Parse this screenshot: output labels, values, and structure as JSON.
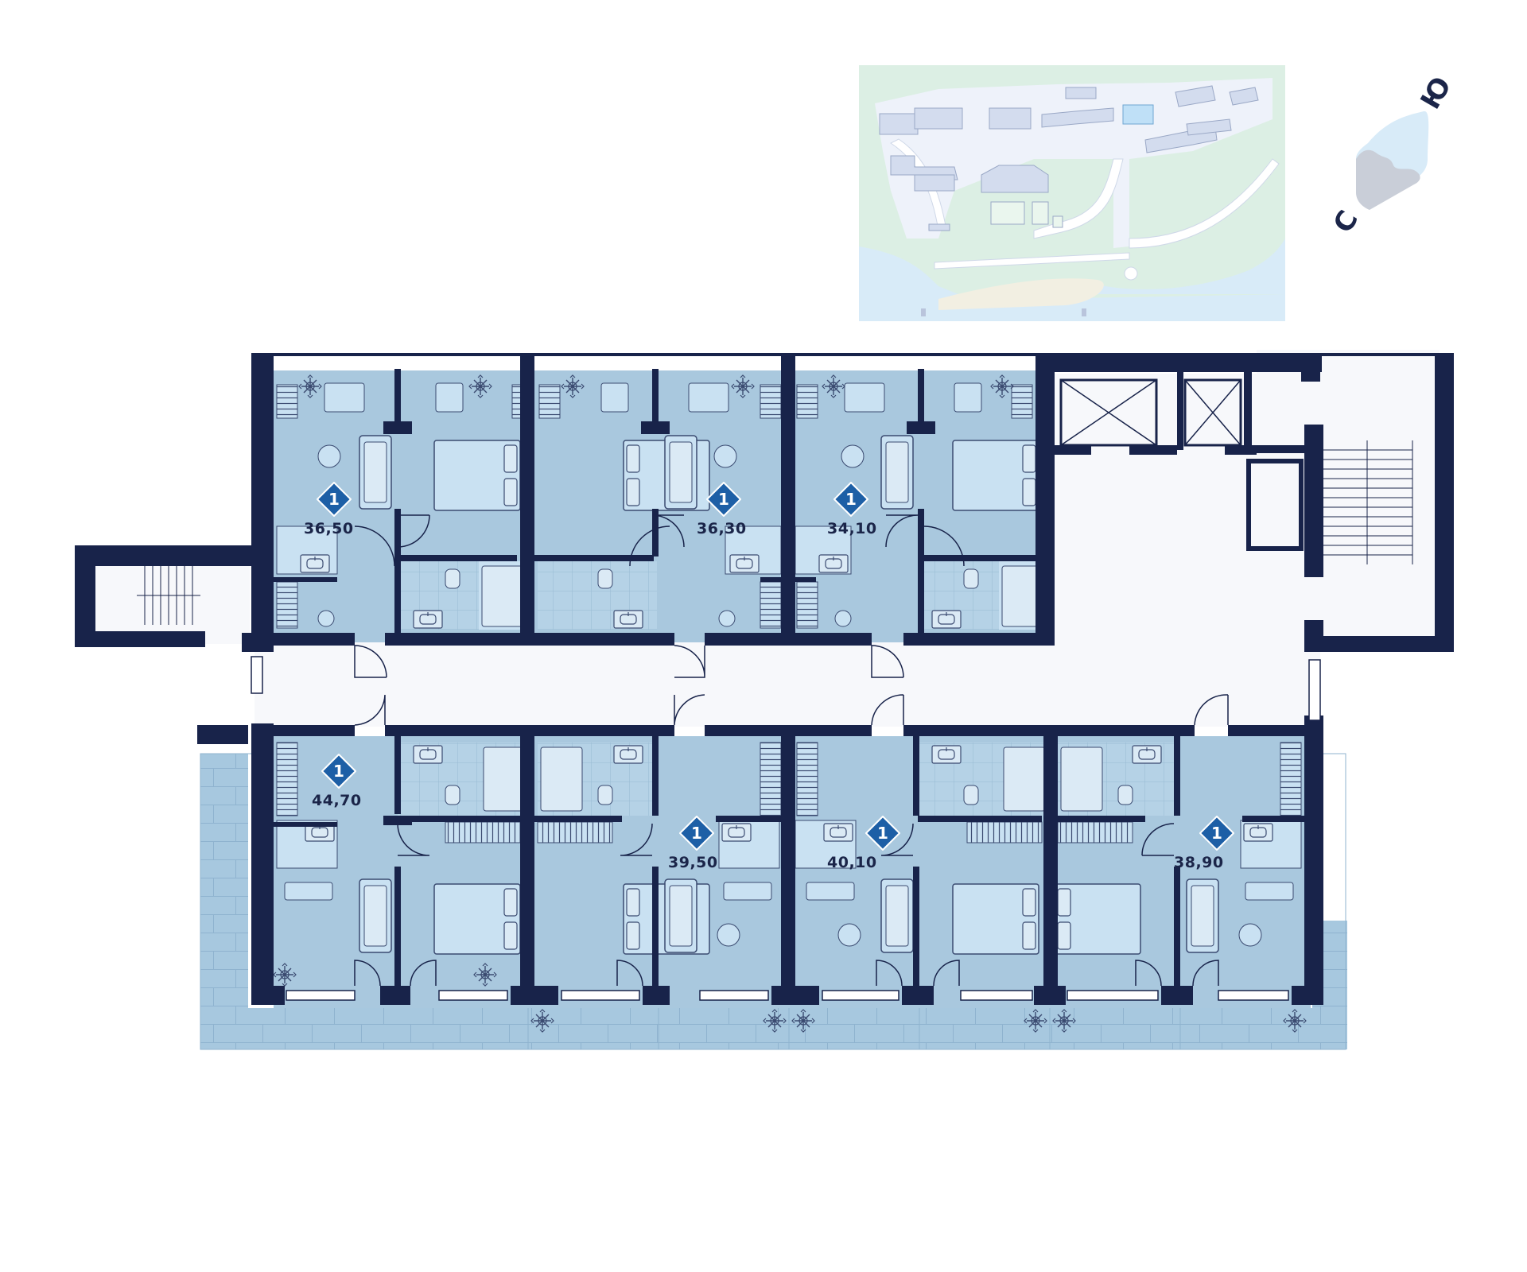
{
  "compass": {
    "north_letter": "С",
    "south_letter": "Ю"
  },
  "apartments": [
    {
      "id": "top-1",
      "rooms": "1",
      "area": "36,50",
      "color": "#1d5fa6"
    },
    {
      "id": "top-2",
      "rooms": "1",
      "area": "36,30",
      "color": "#1d5fa6"
    },
    {
      "id": "top-3",
      "rooms": "1",
      "area": "34,10",
      "color": "#1d5fa6"
    },
    {
      "id": "bottom-1",
      "rooms": "1",
      "area": "44,70",
      "color": "#1d5fa6"
    },
    {
      "id": "bottom-2",
      "rooms": "1",
      "area": "39,50",
      "color": "#1d5fa6"
    },
    {
      "id": "bottom-3",
      "rooms": "1",
      "area": "40,10",
      "color": "#1d5fa6"
    },
    {
      "id": "bottom-4",
      "rooms": "1",
      "area": "38,90",
      "color": "#1d5fa6"
    }
  ],
  "colors": {
    "wall": "#18234a",
    "apartment_fill": "#a9c8de",
    "furniture_fill": "#c9e1f2",
    "corridor_fill": "#f7f8fb",
    "terrace_fill": "#a7c8df",
    "site_green": "#dcefe4",
    "site_building": "#d3dcee",
    "site_highlight": "#bfe0f7",
    "site_water": "#d8ebf8",
    "site_sand": "#f2efe2"
  }
}
